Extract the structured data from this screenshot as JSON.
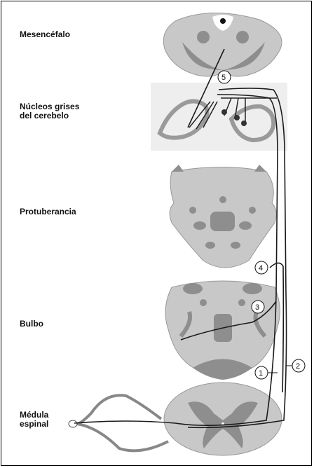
{
  "labels": {
    "mesencefalo": "Mesencéfalo",
    "nucleos": "Núcleos grises del cerebelo",
    "protuberancia": "Protuberancia",
    "bulbo": "Bulbo",
    "medula": "Médula espinal"
  },
  "markers": [
    "1",
    "2",
    "3",
    "4",
    "5"
  ],
  "colors": {
    "tissue": "#c8c8c8",
    "gray_matter": "#8e8e8e",
    "nuclei": "#9a9a9a",
    "fiber": "#1a1a1a"
  }
}
